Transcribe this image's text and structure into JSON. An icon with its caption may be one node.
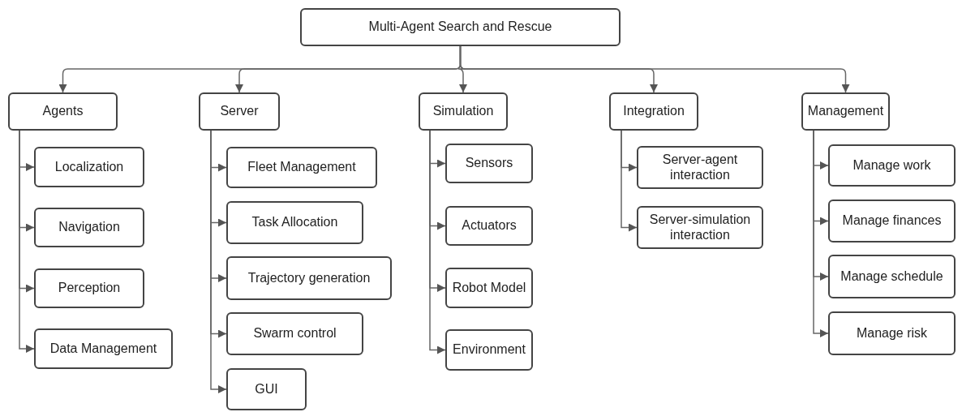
{
  "diagram": {
    "nodes": [
      {
        "text": [
          "Multi-Agent Search and Rescue"
        ]
      },
      {
        "text": [
          "Agents"
        ]
      },
      {
        "text": [
          "Server"
        ]
      },
      {
        "text": [
          "Simulation"
        ]
      },
      {
        "text": [
          "Integration"
        ]
      },
      {
        "text": [
          "Management"
        ]
      },
      {
        "text": [
          "Localization"
        ]
      },
      {
        "text": [
          "Navigation"
        ]
      },
      {
        "text": [
          "Perception"
        ]
      },
      {
        "text": [
          "Data Management"
        ]
      },
      {
        "text": [
          "Fleet Management"
        ]
      },
      {
        "text": [
          "Task Allocation"
        ]
      },
      {
        "text": [
          "Trajectory generation"
        ]
      },
      {
        "text": [
          "Swarm control"
        ]
      },
      {
        "text": [
          "GUI"
        ]
      },
      {
        "text": [
          "Sensors"
        ]
      },
      {
        "text": [
          "Actuators"
        ]
      },
      {
        "text": [
          "Robot Model"
        ]
      },
      {
        "text": [
          "Environment"
        ]
      },
      {
        "text": [
          "Server-agent interaction"
        ]
      },
      {
        "text": [
          "Server-simulation interaction"
        ]
      },
      {
        "text": [
          "Manage work"
        ]
      },
      {
        "text": [
          "Manage finances"
        ]
      },
      {
        "text": [
          "Manage schedule"
        ]
      },
      {
        "text": [
          "Manage risk"
        ]
      }
    ],
    "edges": [
      {
        "from": 0,
        "to": 1,
        "arrow": "to"
      },
      {
        "from": 0,
        "to": 2,
        "arrow": "to"
      },
      {
        "from": 0,
        "to": 3,
        "arrow": "to"
      },
      {
        "from": 0,
        "to": 4,
        "arrow": "to"
      },
      {
        "from": 0,
        "to": 5,
        "arrow": "to"
      },
      {
        "from": 1,
        "to": 6,
        "arrow": "to"
      },
      {
        "from": 1,
        "to": 7,
        "arrow": "to"
      },
      {
        "from": 1,
        "to": 8,
        "arrow": "to"
      },
      {
        "from": 1,
        "to": 9,
        "arrow": "to"
      },
      {
        "from": 2,
        "to": 10,
        "arrow": "to"
      },
      {
        "from": 2,
        "to": 11,
        "arrow": "to"
      },
      {
        "from": 2,
        "to": 12,
        "arrow": "to"
      },
      {
        "from": 2,
        "to": 13,
        "arrow": "to"
      },
      {
        "from": 2,
        "to": 14,
        "arrow": "to"
      },
      {
        "from": 3,
        "to": 15,
        "arrow": "to"
      },
      {
        "from": 3,
        "to": 16,
        "arrow": "to"
      },
      {
        "from": 3,
        "to": 17,
        "arrow": "to"
      },
      {
        "from": 3,
        "to": 18,
        "arrow": "to"
      },
      {
        "from": 4,
        "to": 19,
        "arrow": "to"
      },
      {
        "from": 4,
        "to": 20,
        "arrow": "to"
      },
      {
        "from": 5,
        "to": 21,
        "arrow": "to"
      },
      {
        "from": 5,
        "to": 22,
        "arrow": "to"
      },
      {
        "from": 5,
        "to": 23,
        "arrow": "to"
      },
      {
        "from": 5,
        "to": 24,
        "arrow": "to"
      }
    ]
  }
}
